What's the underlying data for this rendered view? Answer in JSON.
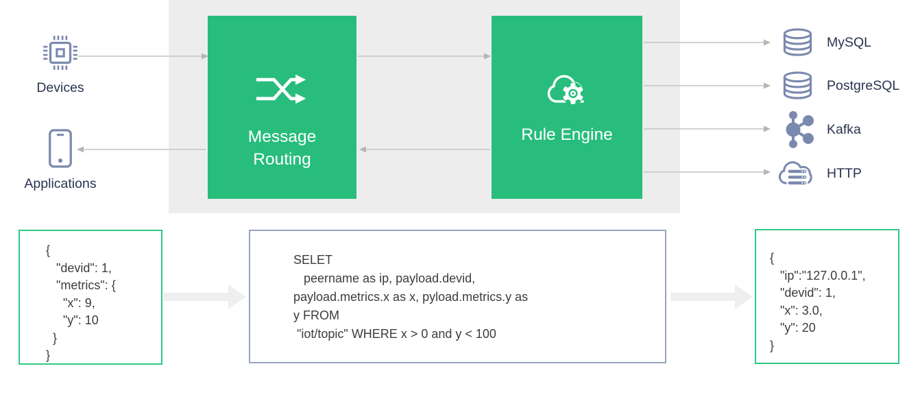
{
  "colors": {
    "accent_green": "#28bd7c",
    "code_border_green": "#2ec984",
    "code_border_slate": "#96a3c4",
    "panel_gray": "#ededed",
    "icon_slate": "#7b89ae",
    "label_navy": "#2a3350",
    "thin_arrow_gray": "#c4c4c6",
    "thick_arrow_gray": "#efefef"
  },
  "left": {
    "devices_label": "Devices",
    "applications_label": "Applications"
  },
  "pipeline": {
    "message_routing_label": "Message Routing",
    "rule_engine_label": "Rule Engine"
  },
  "sinks": [
    {
      "label": "MySQL",
      "icon": "database-icon"
    },
    {
      "label": "PostgreSQL",
      "icon": "database-icon"
    },
    {
      "label": "Kafka",
      "icon": "kafka-nodes-icon"
    },
    {
      "label": "HTTP",
      "icon": "cloud-server-icon"
    }
  ],
  "code": {
    "input_json": "{\n   \"devid\": 1,\n   \"metrics\": {\n     \"x\": 9,\n     \"y\": 10\n  }\n}",
    "sql_query": "SELET\n   peername as ip, payload.devid,\npayload.metrics.x as x, pyload.metrics.y as\ny FROM\n \"iot/topic\" WHERE x > 0 and y < 100",
    "output_json": "{\n   \"ip\":\"127.0.0.1\",\n   \"devid\": 1,\n   \"x\": 3.0,\n   \"y\": 20\n}"
  }
}
